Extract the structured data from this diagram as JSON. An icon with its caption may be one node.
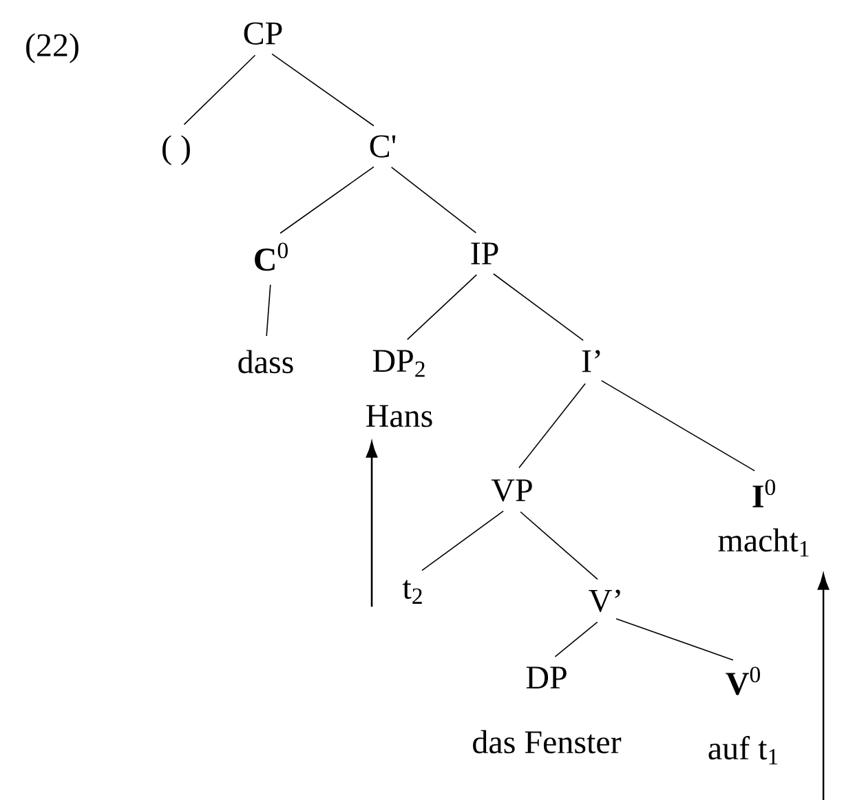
{
  "diagram": {
    "nodes": [
      {
        "text": [
          "CP"
        ]
      },
      {
        "text": [
          "(  )"
        ]
      },
      {
        "text": [
          "C'"
        ]
      },
      {
        "text": [
          "**C**$^{0}$"
        ]
      },
      {
        "text": [
          "IP"
        ]
      },
      {
        "text": [
          "dass"
        ]
      },
      {
        "text": [
          "DP$_{2}$",
          "Hans"
        ]
      },
      {
        "text": [
          "I’"
        ]
      },
      {
        "text": [
          "VP"
        ]
      },
      {
        "text": [
          "**I**$^{0}$",
          "macht$_{1}$"
        ]
      },
      {
        "text": [
          "t$_{2}$"
        ]
      },
      {
        "text": [
          "V’"
        ]
      },
      {
        "text": [
          "DP",
          "das Fenster"
        ]
      },
      {
        "text": [
          "**V**$^{0}$",
          "auf t$_{1}$"
        ]
      }
    ],
    "edges": [
      {
        "from": 0,
        "to": 1,
        "arrow": "none"
      },
      {
        "from": 0,
        "to": 2,
        "arrow": "none"
      },
      {
        "from": 2,
        "to": 3,
        "arrow": "none"
      },
      {
        "from": 2,
        "to": 4,
        "arrow": "none"
      },
      {
        "from": 3,
        "to": 5,
        "arrow": "none"
      },
      {
        "from": 4,
        "to": 6,
        "arrow": "none"
      },
      {
        "from": 4,
        "to": 7,
        "arrow": "none"
      },
      {
        "from": 7,
        "to": 8,
        "arrow": "none"
      },
      {
        "from": 7,
        "to": 9,
        "arrow": "none"
      },
      {
        "from": 8,
        "to": 10,
        "arrow": "none"
      },
      {
        "from": 8,
        "to": 11,
        "arrow": "none"
      },
      {
        "from": 11,
        "to": 12,
        "arrow": "none"
      },
      {
        "from": 11,
        "to": 13,
        "arrow": "none"
      },
      {
        "from": 10,
        "to": 6,
        "arrow": "to"
      },
      {
        "from": null,
        "to": 9,
        "arrow": "to"
      }
    ],
    "labels": [
      "(22)"
    ]
  }
}
